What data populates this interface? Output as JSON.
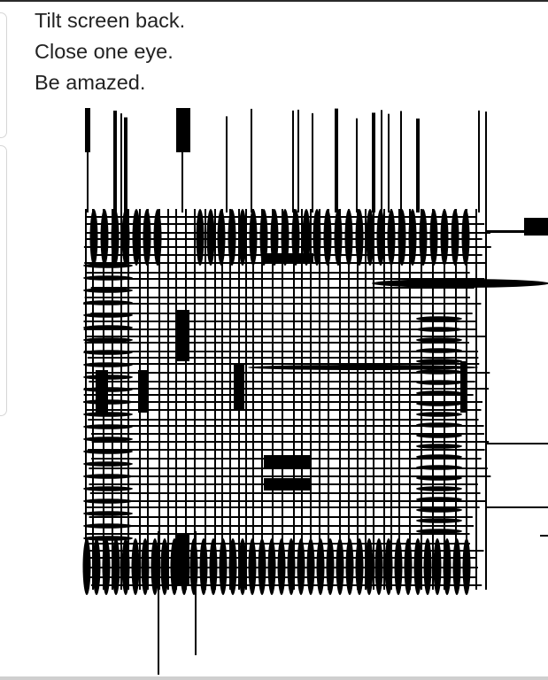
{
  "caption": {
    "line1": "Tilt screen back.",
    "line2": "Close one eye.",
    "line3": "Be amazed."
  },
  "illusion": {
    "ink": "#000000",
    "background": "#ffffff"
  }
}
